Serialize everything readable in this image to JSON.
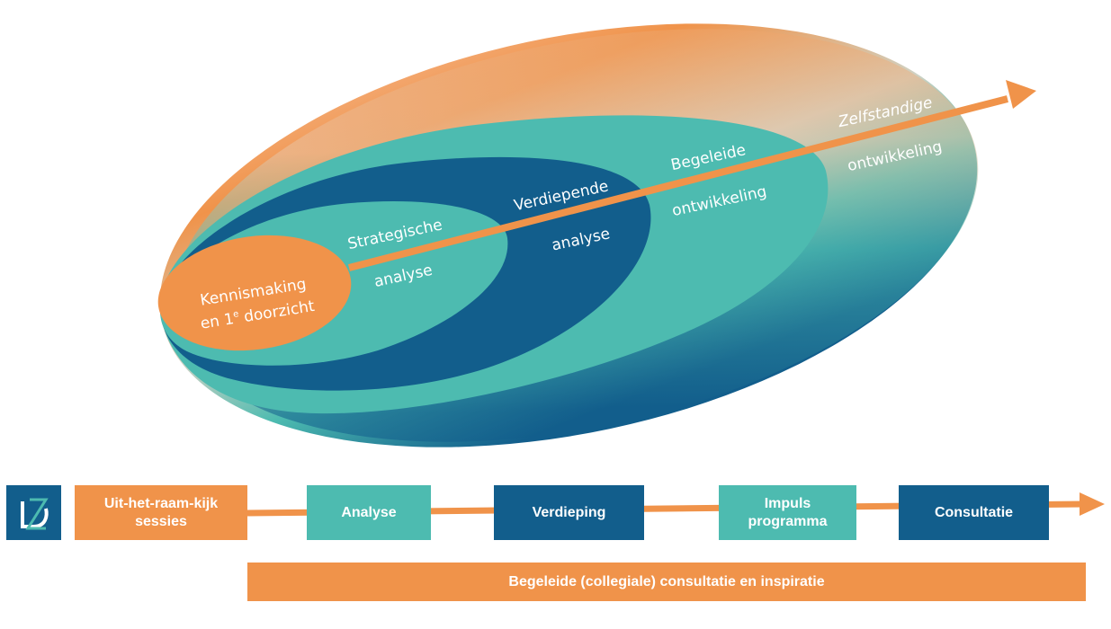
{
  "colors": {
    "orange": "#f0934a",
    "teal": "#4dbbb0",
    "navy": "#125e8c",
    "white": "#ffffff"
  },
  "diagram": {
    "stages": [
      {
        "id": "kennismaking",
        "line1": "Kennismaking",
        "line2": "en 1",
        "sup": "e",
        "line2b": " doorzicht"
      },
      {
        "id": "strategische",
        "line1": "Strategische",
        "line2": "analyse"
      },
      {
        "id": "verdiepende",
        "line1": "Verdiepende",
        "line2": "analyse"
      },
      {
        "id": "begeleide",
        "line1": "Begeleide",
        "line2": "ontwikkeling"
      },
      {
        "id": "zelfstandige",
        "line1": "Zelfstandige",
        "line2": "ontwikkeling"
      }
    ]
  },
  "timeline": {
    "logo_icon": "dz-logo-icon",
    "steps": [
      {
        "label": "Uit-het-raam-kijk sessies",
        "line1": "Uit-het-raam-kijk",
        "line2": "sessies",
        "color": "#f0934a"
      },
      {
        "label": "Analyse",
        "color": "#4dbbb0"
      },
      {
        "label": "Verdieping",
        "color": "#125e8c"
      },
      {
        "label": "Impuls programma",
        "line1": "Impuls",
        "line2": "programma",
        "color": "#4dbbb0"
      },
      {
        "label": "Consultatie",
        "color": "#125e8c"
      }
    ],
    "banner": "Begeleide (collegiale) consultatie en inspiratie"
  }
}
